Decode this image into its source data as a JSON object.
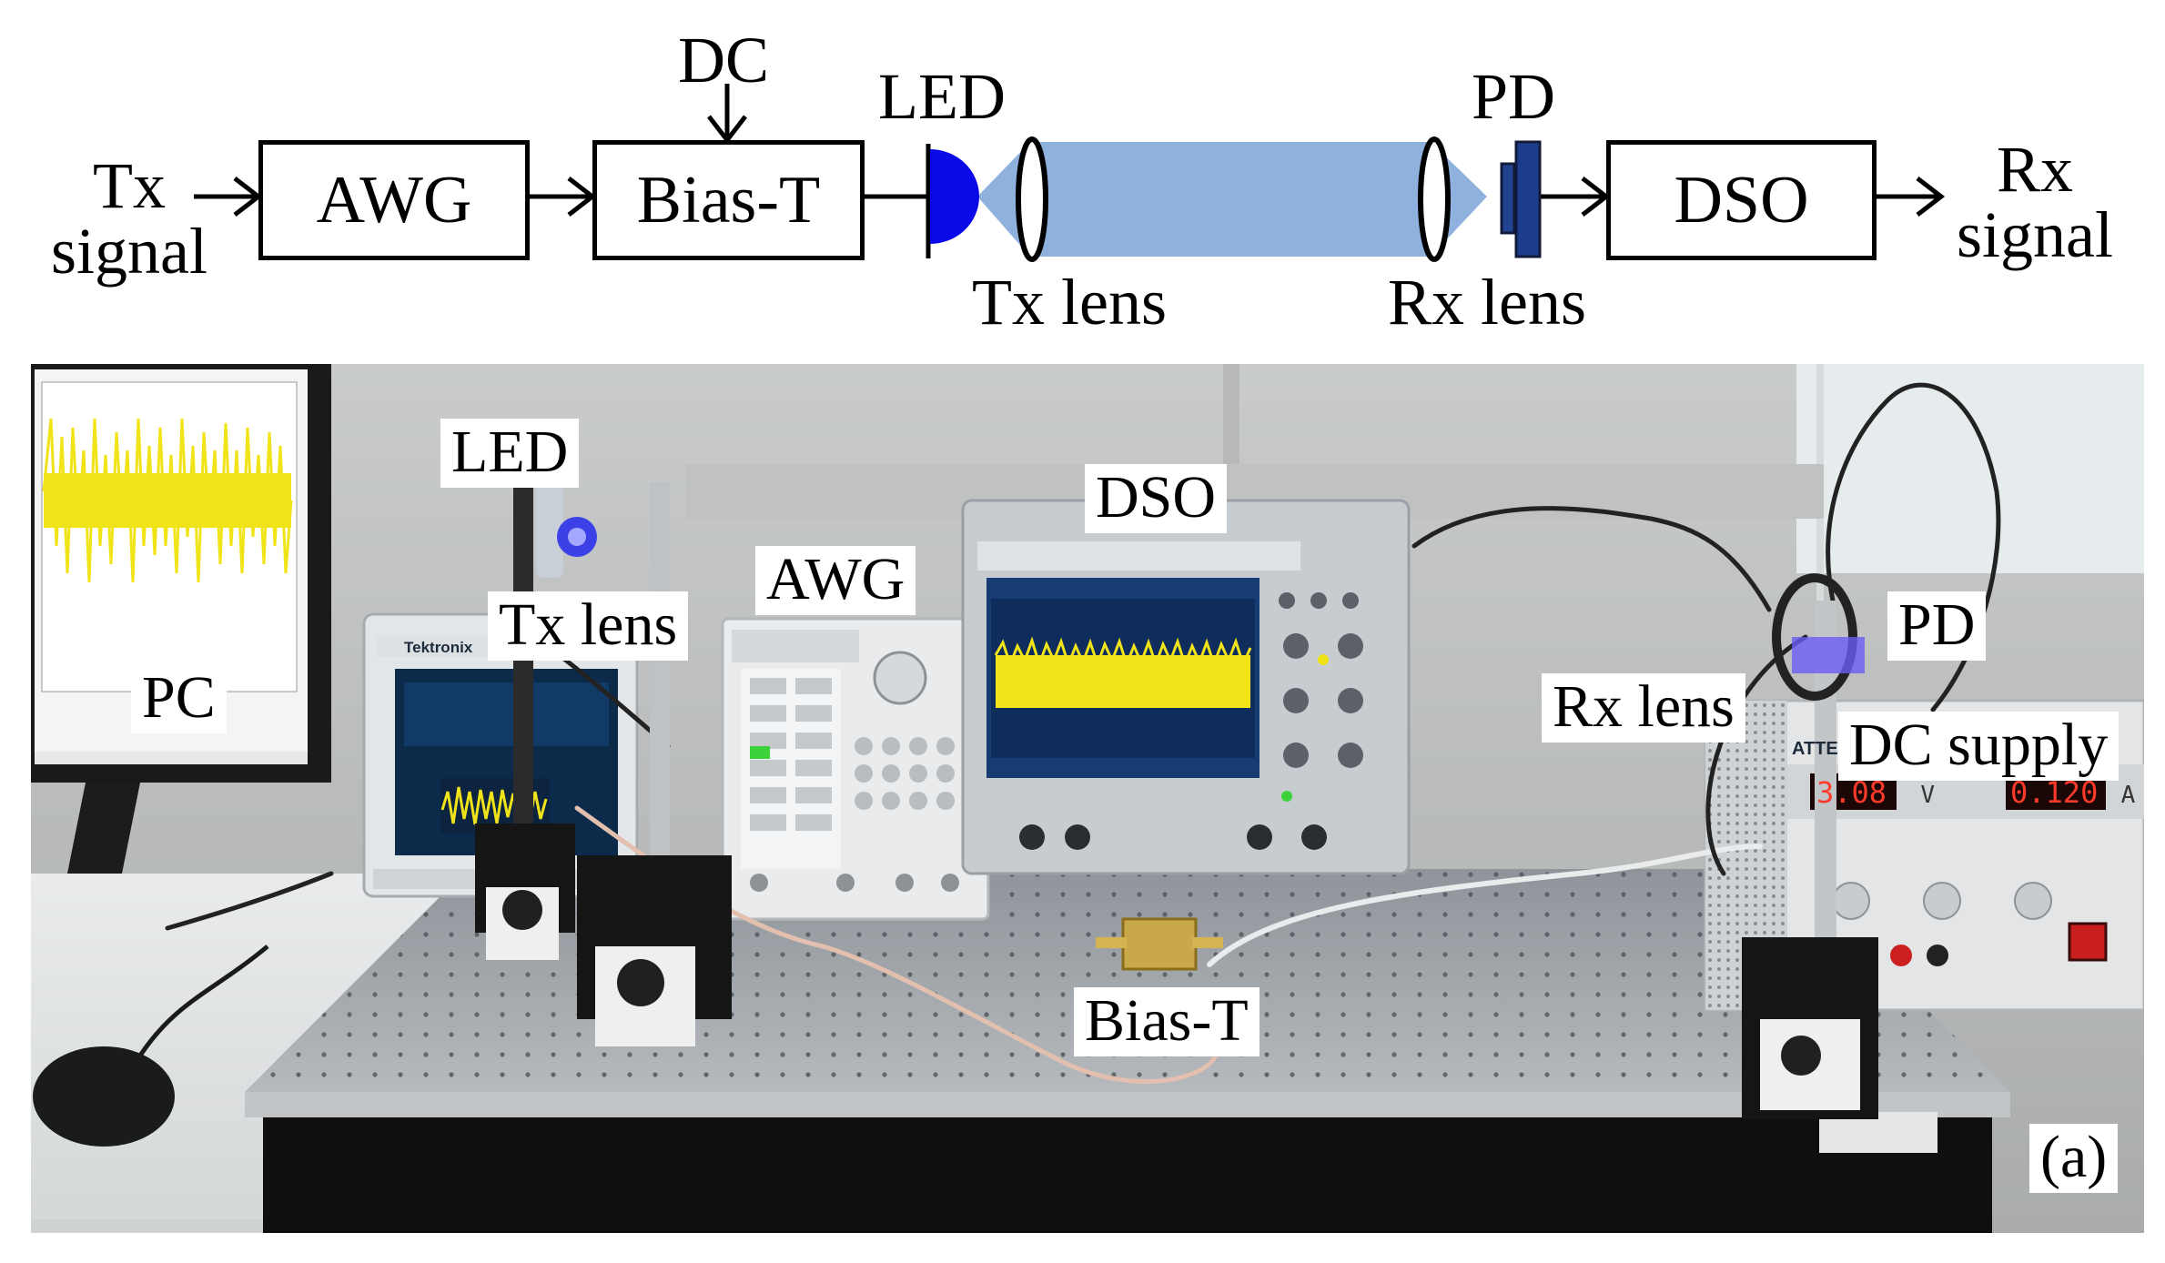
{
  "diagram": {
    "input_label": [
      "Tx",
      "signal"
    ],
    "blocks": {
      "awg": "AWG",
      "bias_t": "Bias-T",
      "dso": "DSO"
    },
    "dc_label": "DC",
    "led_label": "LED",
    "pd_label": "PD",
    "tx_lens_label": "Tx lens",
    "rx_lens_label": "Rx lens",
    "output_label": [
      "Rx",
      "signal"
    ],
    "colors": {
      "beam": "#8fb1de",
      "led": "#0a0ae8",
      "pd": "#1c3d8c",
      "line": "#000000"
    }
  },
  "photo": {
    "labels": {
      "led": "LED",
      "pc": "PC",
      "tx_lens": "Tx lens",
      "awg": "AWG",
      "dso": "DSO",
      "pd": "PD",
      "rx_lens": "Rx lens",
      "dc_supply": "DC supply",
      "bias_t": "Bias-T"
    },
    "panel_label": "(a)",
    "supply_readouts": {
      "voltage": "3.08",
      "voltage_unit": "V",
      "current": "0.120",
      "current_unit": "A"
    },
    "instrument_brands": {
      "awg": "Tektronix",
      "supply": "ATTEN"
    }
  }
}
